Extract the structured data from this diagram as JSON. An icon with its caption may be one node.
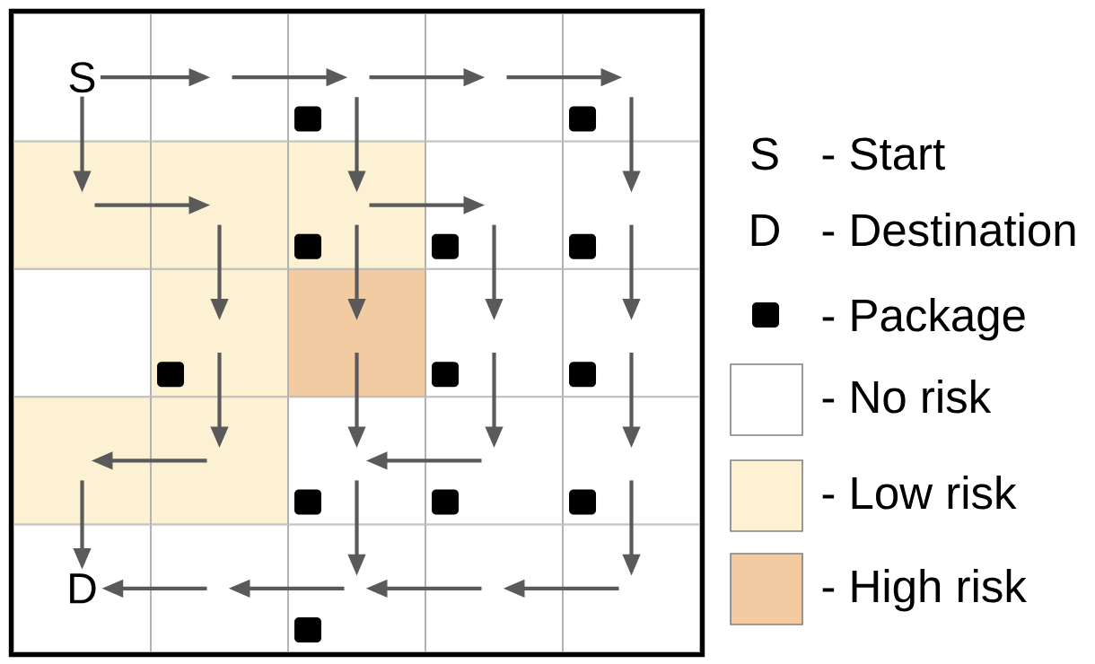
{
  "diagram": {
    "nodes": [
      {
        "text": [],
        "shape": "box"
      },
      {
        "text": [
          "S"
        ],
        "in": 0
      },
      {
        "text": [],
        "shape": "box"
      },
      {
        "text": [],
        "shape": "box"
      },
      {
        "text": [],
        "shape": "box"
      },
      {
        "text": [],
        "shape": "box"
      },
      {
        "text": [],
        "shape": "box"
      },
      {
        "text": [],
        "shape": "box"
      },
      {
        "text": [],
        "shape": "box"
      },
      {
        "text": [],
        "shape": "box"
      },
      {
        "text": [],
        "shape": "box"
      },
      {
        "text": [],
        "shape": "box"
      },
      {
        "text": [],
        "shape": "box"
      },
      {
        "text": [],
        "shape": "box"
      },
      {
        "text": [],
        "shape": "box"
      },
      {
        "text": [],
        "shape": "box"
      },
      {
        "text": [],
        "shape": "box"
      },
      {
        "text": [],
        "shape": "box"
      },
      {
        "text": [],
        "shape": "box"
      },
      {
        "text": [],
        "shape": "box"
      },
      {
        "text": [],
        "shape": "box"
      },
      {
        "text": [],
        "shape": "box"
      },
      {
        "text": [
          "D"
        ],
        "in": 21
      },
      {
        "text": [],
        "shape": "box"
      },
      {
        "text": [],
        "shape": "box"
      },
      {
        "text": [],
        "shape": "box"
      },
      {
        "text": [],
        "shape": "box"
      }
    ],
    "edges": [
      {
        "from": 1,
        "to": 2,
        "arrow": "to"
      },
      {
        "from": 2,
        "to": 3,
        "arrow": "to"
      },
      {
        "from": 3,
        "to": 4,
        "arrow": "to"
      },
      {
        "from": 4,
        "to": 5,
        "arrow": "to"
      },
      {
        "from": 1,
        "to": 6,
        "arrow": "to"
      },
      {
        "from": 6,
        "to": 7,
        "arrow": "to"
      },
      {
        "from": 7,
        "to": 12,
        "arrow": "to"
      },
      {
        "from": 12,
        "to": 17,
        "arrow": "to"
      },
      {
        "from": 17,
        "to": 16,
        "arrow": "to"
      },
      {
        "from": 16,
        "to": 22,
        "arrow": "to"
      },
      {
        "from": 3,
        "to": 8,
        "arrow": "to"
      },
      {
        "from": 8,
        "to": 9,
        "arrow": "to"
      },
      {
        "from": 8,
        "to": 13,
        "arrow": "to"
      },
      {
        "from": 13,
        "to": 18,
        "arrow": "to"
      },
      {
        "from": 18,
        "to": 24,
        "arrow": "to"
      },
      {
        "from": 19,
        "to": 18,
        "arrow": "to"
      },
      {
        "from": 9,
        "to": 14,
        "arrow": "to"
      },
      {
        "from": 14,
        "to": 19,
        "arrow": "to"
      },
      {
        "from": 5,
        "to": 10,
        "arrow": "to"
      },
      {
        "from": 10,
        "to": 15,
        "arrow": "to"
      },
      {
        "from": 15,
        "to": 20,
        "arrow": "to"
      },
      {
        "from": 20,
        "to": 26,
        "arrow": "to"
      },
      {
        "from": 26,
        "to": 25,
        "arrow": "to"
      },
      {
        "from": 25,
        "to": 24,
        "arrow": "to"
      },
      {
        "from": 24,
        "to": 23,
        "arrow": "to"
      },
      {
        "from": 23,
        "to": 22,
        "arrow": "to"
      }
    ],
    "labels": [
      "S",
      "D"
    ],
    "legend": [
      {
        "text": "- Start"
      },
      {
        "text": "- Destination"
      },
      {
        "text": "- Package"
      },
      {
        "text": "- No risk"
      },
      {
        "text": "- Low risk",
        "color": "#fcf1d3"
      },
      {
        "text": "- High risk",
        "color": "#f2cba3"
      }
    ]
  }
}
